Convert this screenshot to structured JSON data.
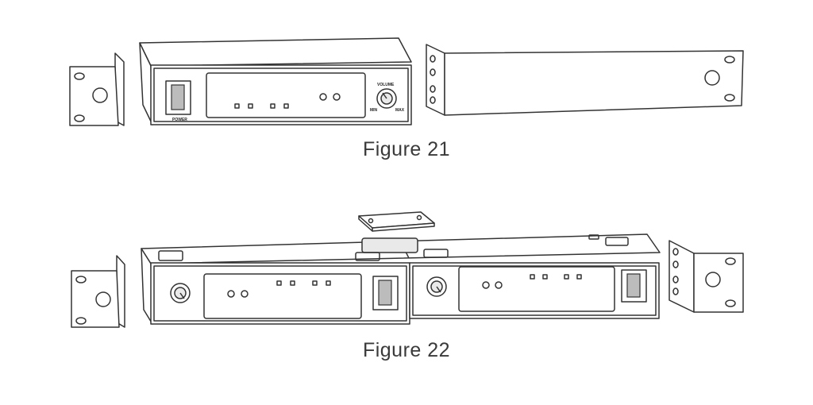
{
  "figures": [
    {
      "caption": "Figure 21"
    },
    {
      "caption": "Figure 22"
    }
  ],
  "device_labels": {
    "power": "POWER",
    "volume": "VOLUME",
    "min": "MIN",
    "max": "MAX"
  }
}
